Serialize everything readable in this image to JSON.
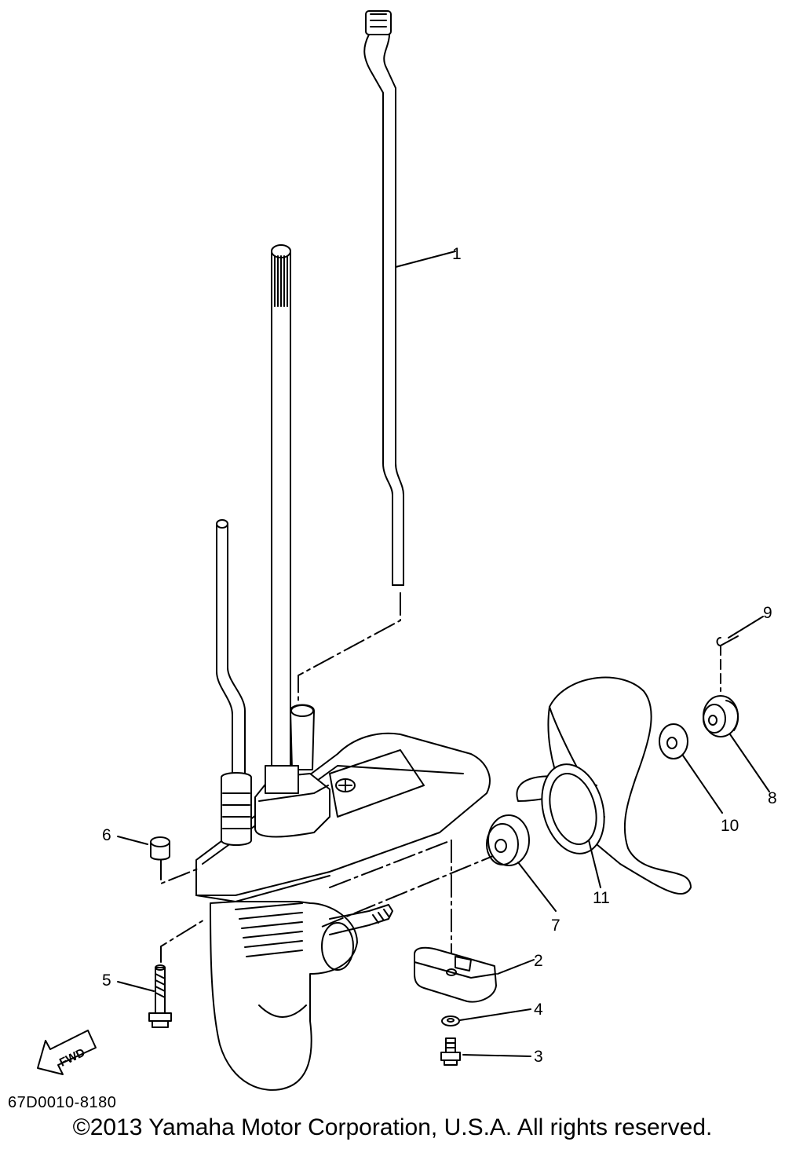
{
  "diagram": {
    "callouts": [
      {
        "id": "1",
        "label": "1"
      },
      {
        "id": "2",
        "label": "2"
      },
      {
        "id": "3",
        "label": "3"
      },
      {
        "id": "4",
        "label": "4"
      },
      {
        "id": "5",
        "label": "5"
      },
      {
        "id": "6",
        "label": "6"
      },
      {
        "id": "7",
        "label": "7"
      },
      {
        "id": "8",
        "label": "8"
      },
      {
        "id": "9",
        "label": "9"
      },
      {
        "id": "10",
        "label": "10"
      },
      {
        "id": "11",
        "label": "11"
      }
    ],
    "fwd_label": "FWD",
    "part_number": "67D0010-8180",
    "copyright": "©2013 Yamaha Motor Corporation, U.S.A. All rights reserved."
  }
}
